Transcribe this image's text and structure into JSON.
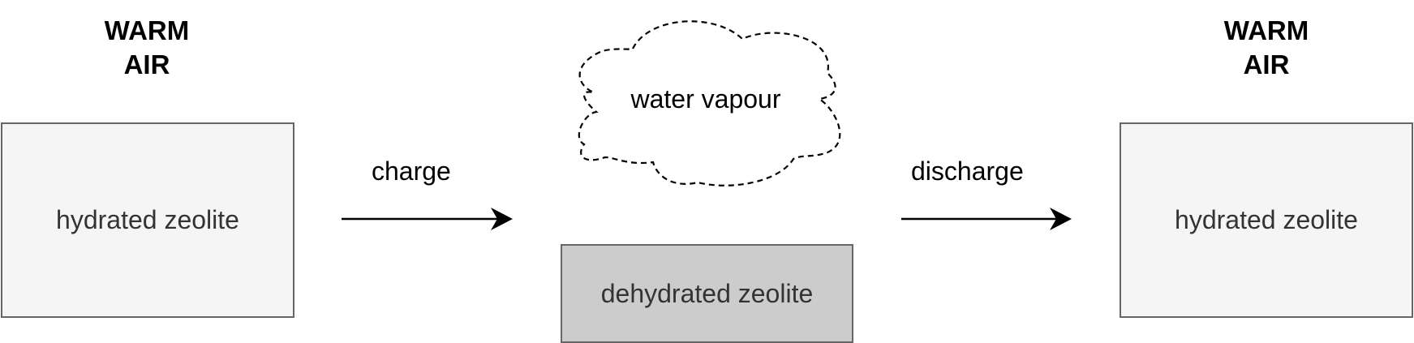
{
  "left_panel": {
    "heading_line1": "WARM",
    "heading_line2": "AIR",
    "box_label": "hydrated zeolite"
  },
  "charge_arrow": {
    "label": "charge"
  },
  "middle_panel": {
    "cloud_label": "water vapour",
    "box_label": "dehydrated zeolite"
  },
  "discharge_arrow": {
    "label": "discharge"
  },
  "right_panel": {
    "heading_line1": "WARM",
    "heading_line2": "AIR",
    "box_label": "hydrated zeolite"
  },
  "colors": {
    "box_light_fill": "#f5f5f5",
    "box_dark_fill": "#cccccc",
    "box_border": "#666666",
    "text": "#333333",
    "arrow": "#000000"
  }
}
